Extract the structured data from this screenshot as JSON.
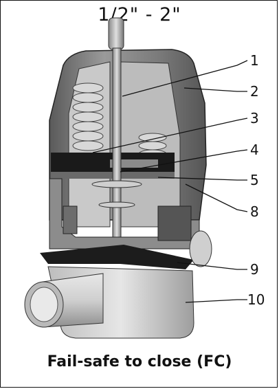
{
  "header": {
    "size_range": "1/2\" - 2\""
  },
  "callouts": [
    {
      "label": "1"
    },
    {
      "label": "2"
    },
    {
      "label": "3"
    },
    {
      "label": "4"
    },
    {
      "label": "5"
    },
    {
      "label": "8"
    },
    {
      "label": "9"
    },
    {
      "label": "10"
    }
  ],
  "caption": {
    "prefix": "Fail-safe to close (",
    "abbr": "FC",
    "suffix": ")"
  },
  "colors": {
    "body_gray": "#8a8a8a",
    "dark": "#1a1a1a",
    "light": "#d9d9d9",
    "line": "#111111"
  }
}
